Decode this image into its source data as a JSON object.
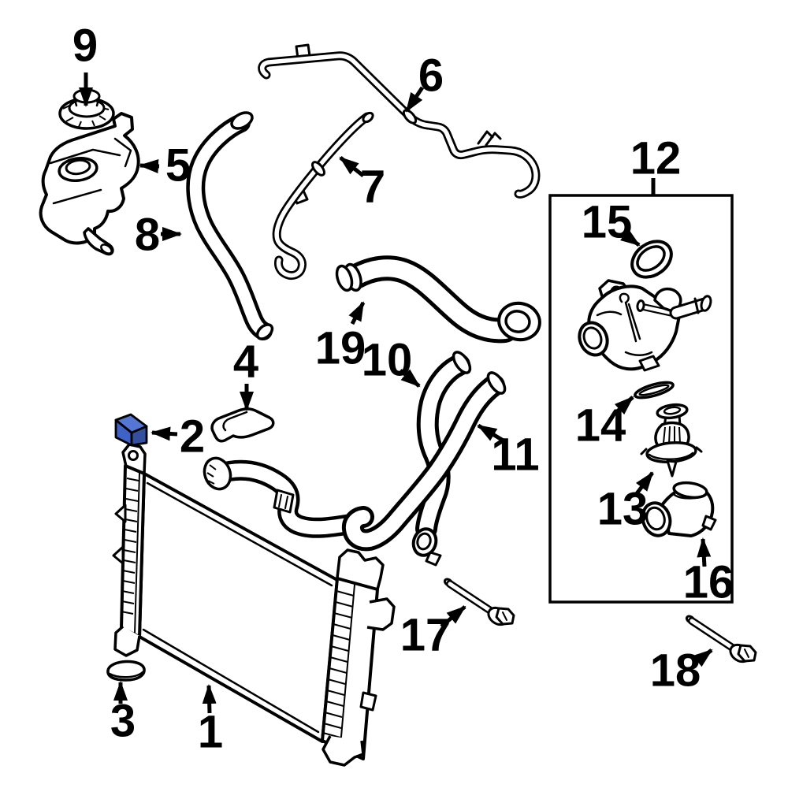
{
  "colors": {
    "background": "#ffffff",
    "line": "#000000",
    "highlight_top": "#5377d2",
    "highlight_front": "#3e62c6",
    "highlight_side": "#32509f"
  },
  "highlighted_part": "2",
  "callouts": [
    {
      "number": "1"
    },
    {
      "number": "2"
    },
    {
      "number": "3"
    },
    {
      "number": "4"
    },
    {
      "number": "5"
    },
    {
      "number": "6"
    },
    {
      "number": "7"
    },
    {
      "number": "8"
    },
    {
      "number": "9"
    },
    {
      "number": "10"
    },
    {
      "number": "11"
    },
    {
      "number": "12"
    },
    {
      "number": "13"
    },
    {
      "number": "14"
    },
    {
      "number": "15"
    },
    {
      "number": "16"
    },
    {
      "number": "17"
    },
    {
      "number": "18"
    },
    {
      "number": "19"
    }
  ]
}
